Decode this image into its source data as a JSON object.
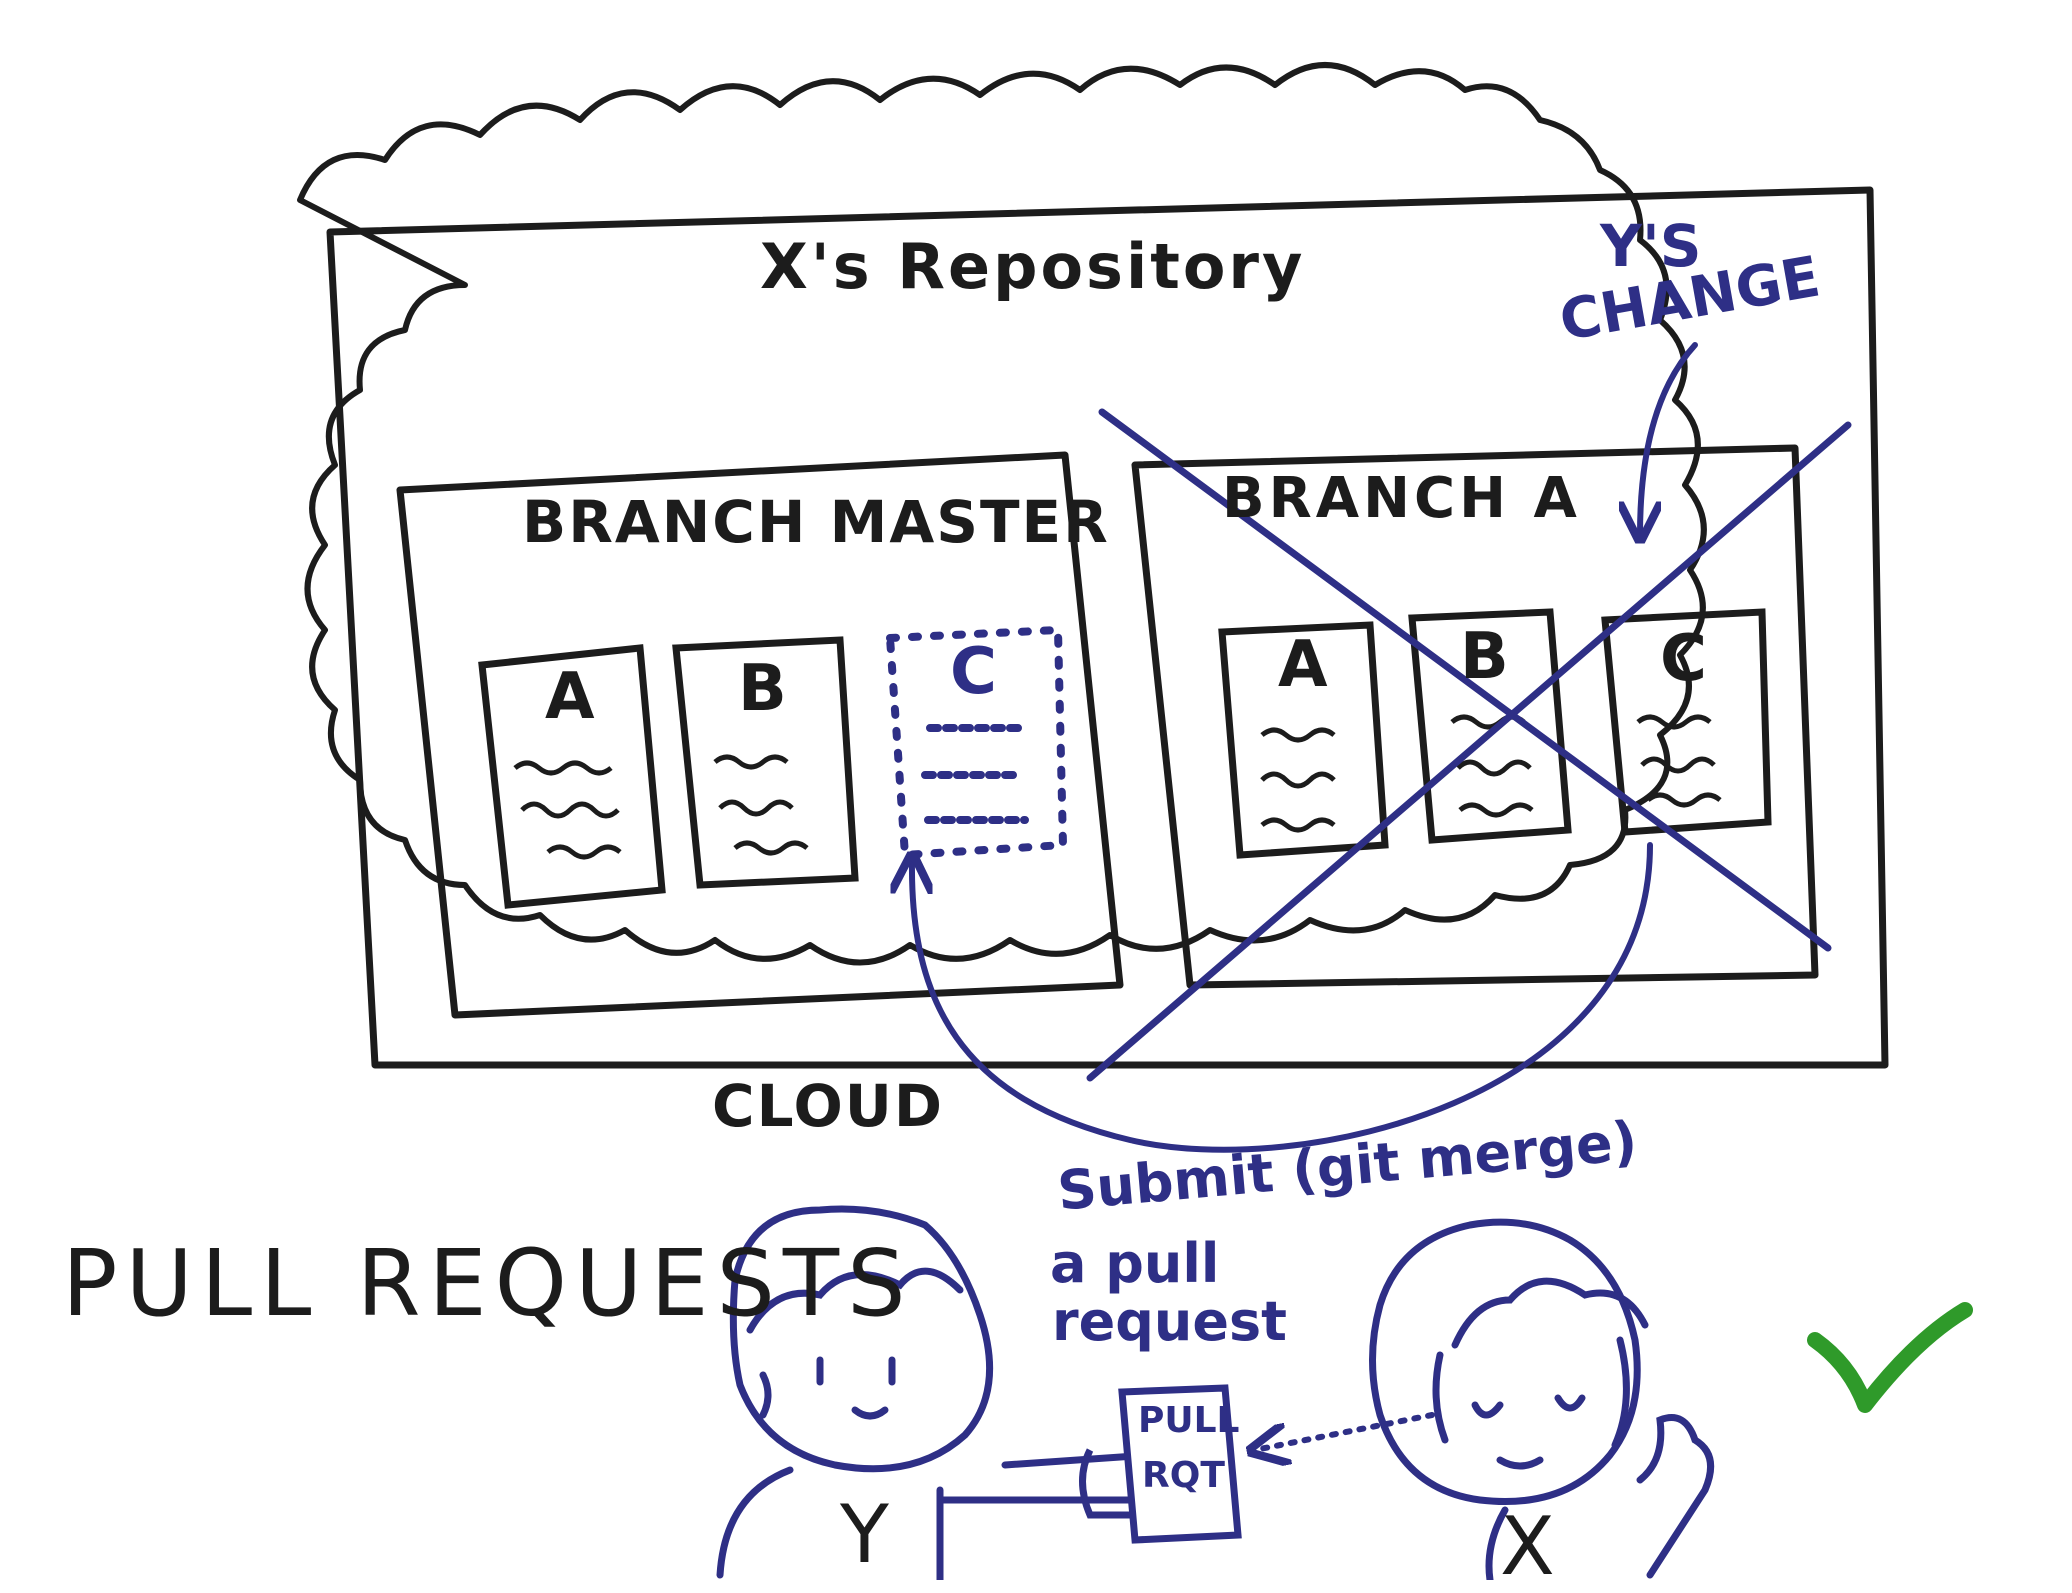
{
  "diagram": {
    "title": "PULL REQUESTS",
    "cloud_label": "CLOUD",
    "repository_label": "X's Repository",
    "branch_master": {
      "label": "BRANCH MASTER",
      "docs": [
        "A",
        "B",
        "C"
      ]
    },
    "branch_a": {
      "label": "BRANCH A",
      "docs": [
        "A",
        "B",
        "C"
      ]
    },
    "change_note": {
      "line1": "Y'S",
      "line2": "CHANGE"
    },
    "action_note": {
      "line1": "Submit (git merge)",
      "line2": "a pull",
      "line3": "request"
    },
    "pull_request_card": {
      "line1": "PULL",
      "line2": "RQT"
    },
    "person_y": "Y",
    "person_x": "X"
  },
  "colors": {
    "ink": "#1c1c1c",
    "pen_blue": "#2e2f86",
    "check_green": "#2f9a2a"
  },
  "icons": [
    "cloud-outline",
    "person-y",
    "person-x",
    "check-mark-icon",
    "pointer-arrow-icon"
  ]
}
